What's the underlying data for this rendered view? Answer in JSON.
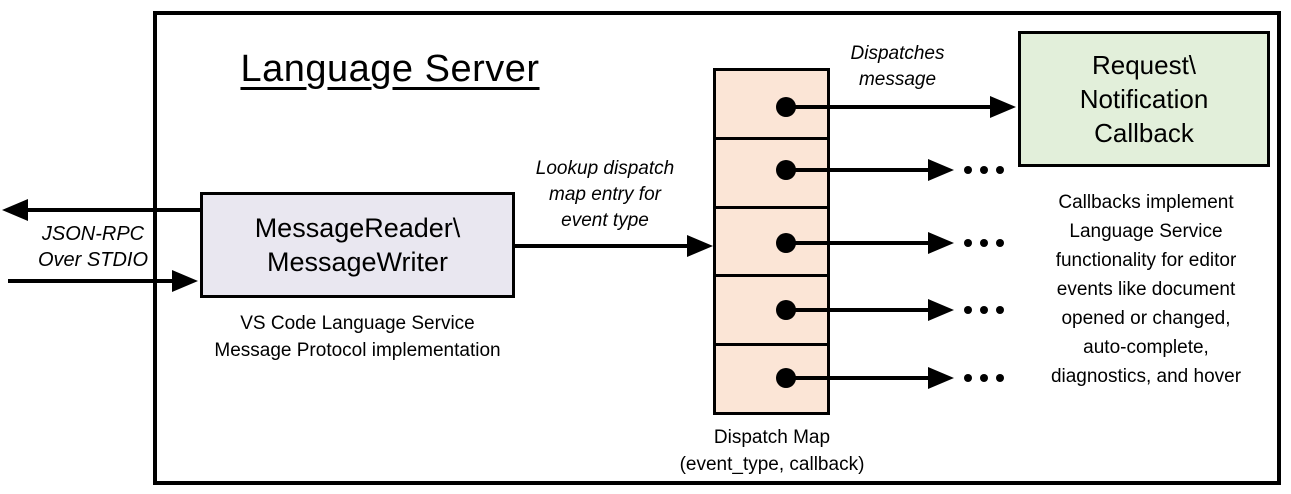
{
  "diagram": {
    "title": "Language Server",
    "io_arrow_label": "JSON-RPC\nOver STDIO",
    "message_box": {
      "label": "MessageReader\\\nMessageWriter",
      "caption": "VS Code Language Service\nMessage Protocol implementation"
    },
    "lookup_arrow_label": "Lookup dispatch\nmap entry for\nevent type",
    "dispatch_map": {
      "caption": "Dispatch Map\n(event_type, callback)",
      "slot_count": 5
    },
    "dispatches_arrow_label": "Dispatches\nmessage",
    "callback_box": {
      "label": "Request\\\nNotification\nCallback"
    },
    "callbacks_note": "Callbacks implement\nLanguage Service\nfunctionality for editor\nevents like document\nopened or changed,\nauto-complete,\ndiagnostics, and hover",
    "icons": {
      "ellipsis": "...",
      "arrowhead_right": "▶",
      "arrowhead_left": "◀",
      "map_entry_dot": "●"
    }
  },
  "colors": {
    "line": "#000000",
    "bg": "#ffffff",
    "message_box_fill": "#e9e7f0",
    "dispatch_cell_fill": "#fbe5d6",
    "callback_box_fill": "#e2efda"
  }
}
